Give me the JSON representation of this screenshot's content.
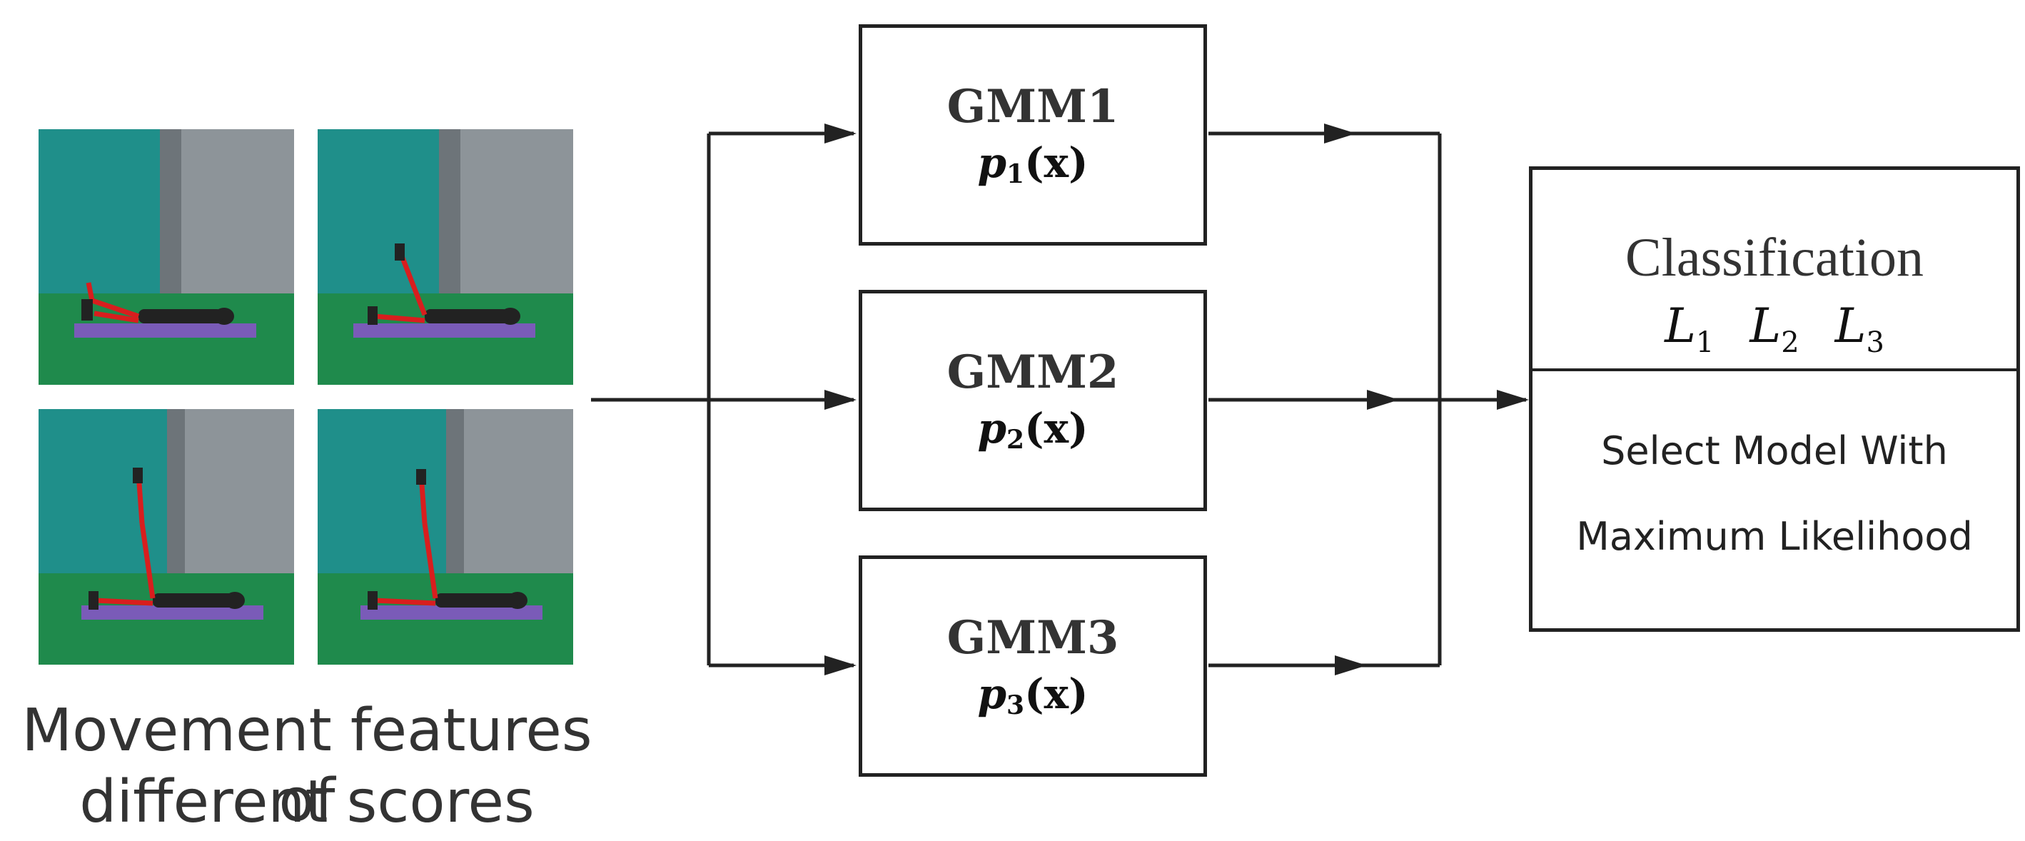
{
  "images": [
    {
      "icon": "exercise-photo-leg-raise-low"
    },
    {
      "icon": "exercise-photo-leg-raise-mid"
    },
    {
      "icon": "exercise-photo-leg-raise-high"
    },
    {
      "icon": "exercise-photo-leg-raise-high-alt"
    }
  ],
  "caption": {
    "line1": "Movement features of",
    "line2": "different scores"
  },
  "models": [
    {
      "title": "GMM1",
      "p": "p",
      "sub": "1",
      "arg": "(x)"
    },
    {
      "title": "GMM2",
      "p": "p",
      "sub": "2",
      "arg": "(x)"
    },
    {
      "title": "GMM3",
      "p": "p",
      "sub": "3",
      "arg": "(x)"
    }
  ],
  "classification": {
    "title": "Classification",
    "labels": [
      {
        "L": "L",
        "sub": "1"
      },
      {
        "L": "L",
        "sub": "2"
      },
      {
        "L": "L",
        "sub": "3"
      }
    ],
    "line1": "Select Model With",
    "line2": "Maximum Likelihood"
  },
  "colors": {
    "line": "#222222",
    "wall_teal": "#1f8f8a",
    "wall_gray": "#8d9499",
    "floor_green": "#1f8a4c",
    "mat_purple": "#7a5bb8",
    "skeleton_red": "#d81e1e"
  }
}
